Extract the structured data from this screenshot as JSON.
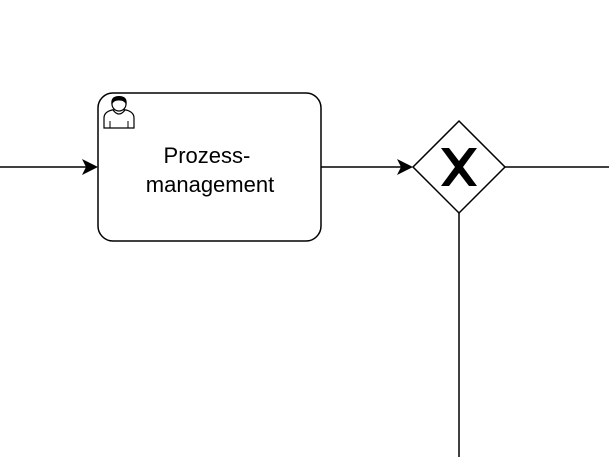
{
  "diagram": {
    "type": "BPMN process fragment",
    "task": {
      "label_lines": [
        "Prozess-",
        "management"
      ],
      "task_type": "user-task",
      "icon": "user-icon"
    },
    "gateway": {
      "type": "exclusive-gateway",
      "marker": "x-marker"
    },
    "flows": [
      {
        "from": "off-canvas-left",
        "to": "task",
        "arrowhead": true
      },
      {
        "from": "task",
        "to": "gateway",
        "arrowhead": true
      },
      {
        "from": "gateway",
        "to": "off-canvas-right",
        "arrowhead": false
      },
      {
        "from": "gateway",
        "to": "off-canvas-bottom",
        "arrowhead": false
      }
    ],
    "colors": {
      "stroke": "#000000",
      "fill": "#ffffff"
    }
  }
}
